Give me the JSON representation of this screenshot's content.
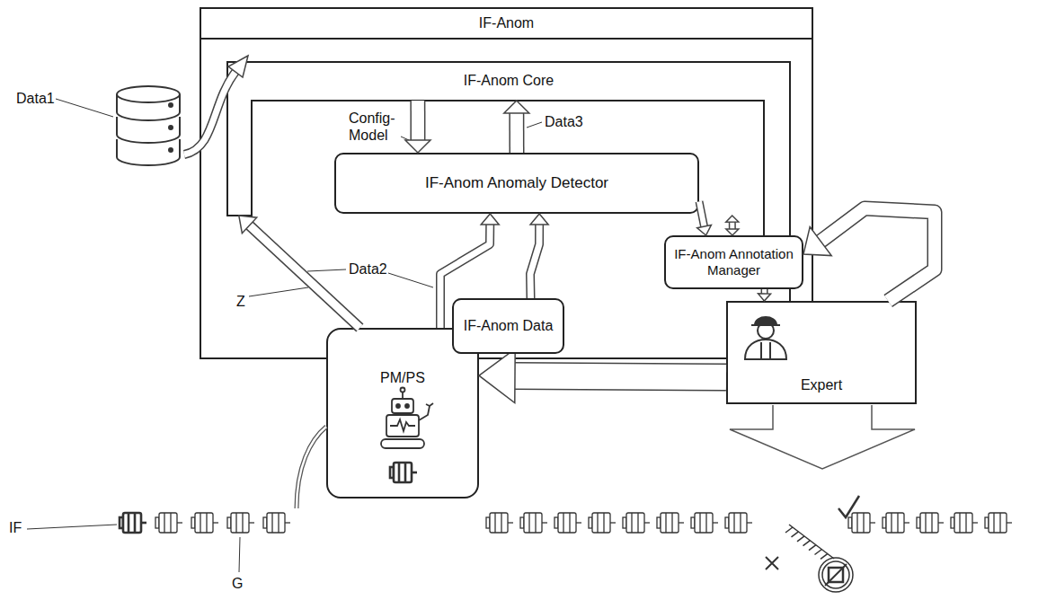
{
  "diagram": {
    "nodes": [
      {
        "text": [
          "IF-Anom"
        ]
      },
      {
        "text": [
          "IF-Anom Core"
        ],
        "in": 0
      },
      {
        "text": [
          "IF-Anom Anomaly Detector"
        ],
        "in": 1
      },
      {
        "text": [
          "IF-Anom Annotation Manager"
        ],
        "in": 0
      },
      {
        "text": [
          "IF-Anom Data"
        ],
        "in": 0
      },
      {
        "text": [
          "PM/PS"
        ]
      },
      {
        "text": [
          "Expert"
        ]
      }
    ],
    "edges": [
      {
        "from": 2,
        "to": 3,
        "arrow": "to"
      },
      {
        "from": 3,
        "to": 6,
        "arrow": "to"
      },
      {
        "from": 3,
        "to": 1,
        "arrow": "both"
      },
      {
        "from": 1,
        "to": 2,
        "arrow": "to"
      },
      {
        "from": 2,
        "to": 1,
        "arrow": "to"
      },
      {
        "from": 5,
        "to": 1,
        "arrow": "to"
      },
      {
        "from": 5,
        "to": 2,
        "arrow": "to"
      },
      {
        "from": 4,
        "to": 2,
        "arrow": "to"
      },
      {
        "from": 6,
        "to": 5,
        "arrow": "to"
      },
      {
        "from": 6,
        "to": 3,
        "arrow": "to"
      }
    ],
    "labels": [
      "Data1",
      "Config- Model",
      "Data3",
      "Data2",
      "Z",
      "IF",
      "G"
    ]
  }
}
